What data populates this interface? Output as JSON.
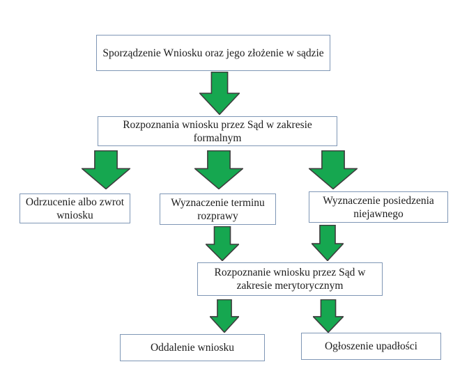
{
  "diagram": {
    "type": "flowchart",
    "language": "pl",
    "colors": {
      "background": "#ffffff",
      "box_background": "#ffffff",
      "box_border": "#7e96b5",
      "arrow_fill": "#16a750",
      "arrow_outline": "#3d3d3d",
      "text": "#1c1c1c"
    },
    "nodes": [
      {
        "id": "start",
        "label": "Sporządzenie Wniosku oraz jego złożenie w sądzie"
      },
      {
        "id": "formal-review",
        "label": "Rozpoznania wniosku przez Sąd w zakresie formalnym"
      },
      {
        "id": "rejection",
        "label": "Odrzucenie albo zwrot wniosku"
      },
      {
        "id": "hearing-date",
        "label": "Wyznaczenie terminu rozprawy"
      },
      {
        "id": "closed-session",
        "label": "Wyznaczenie posiedzenia niejawnego"
      },
      {
        "id": "merits-review",
        "label": "Rozpoznanie wniosku przez Sąd w zakresie merytorycznym"
      },
      {
        "id": "dismissal",
        "label": "Oddalenie wniosku"
      },
      {
        "id": "bankruptcy-declared",
        "label": "Ogłoszenie upadłości"
      }
    ],
    "edges": [
      {
        "from": "start",
        "to": "formal-review"
      },
      {
        "from": "formal-review",
        "to": "rejection"
      },
      {
        "from": "formal-review",
        "to": "hearing-date"
      },
      {
        "from": "formal-review",
        "to": "closed-session"
      },
      {
        "from": "hearing-date",
        "to": "merits-review"
      },
      {
        "from": "closed-session",
        "to": "merits-review"
      },
      {
        "from": "merits-review",
        "to": "dismissal"
      },
      {
        "from": "merits-review",
        "to": "bankruptcy-declared"
      }
    ]
  }
}
